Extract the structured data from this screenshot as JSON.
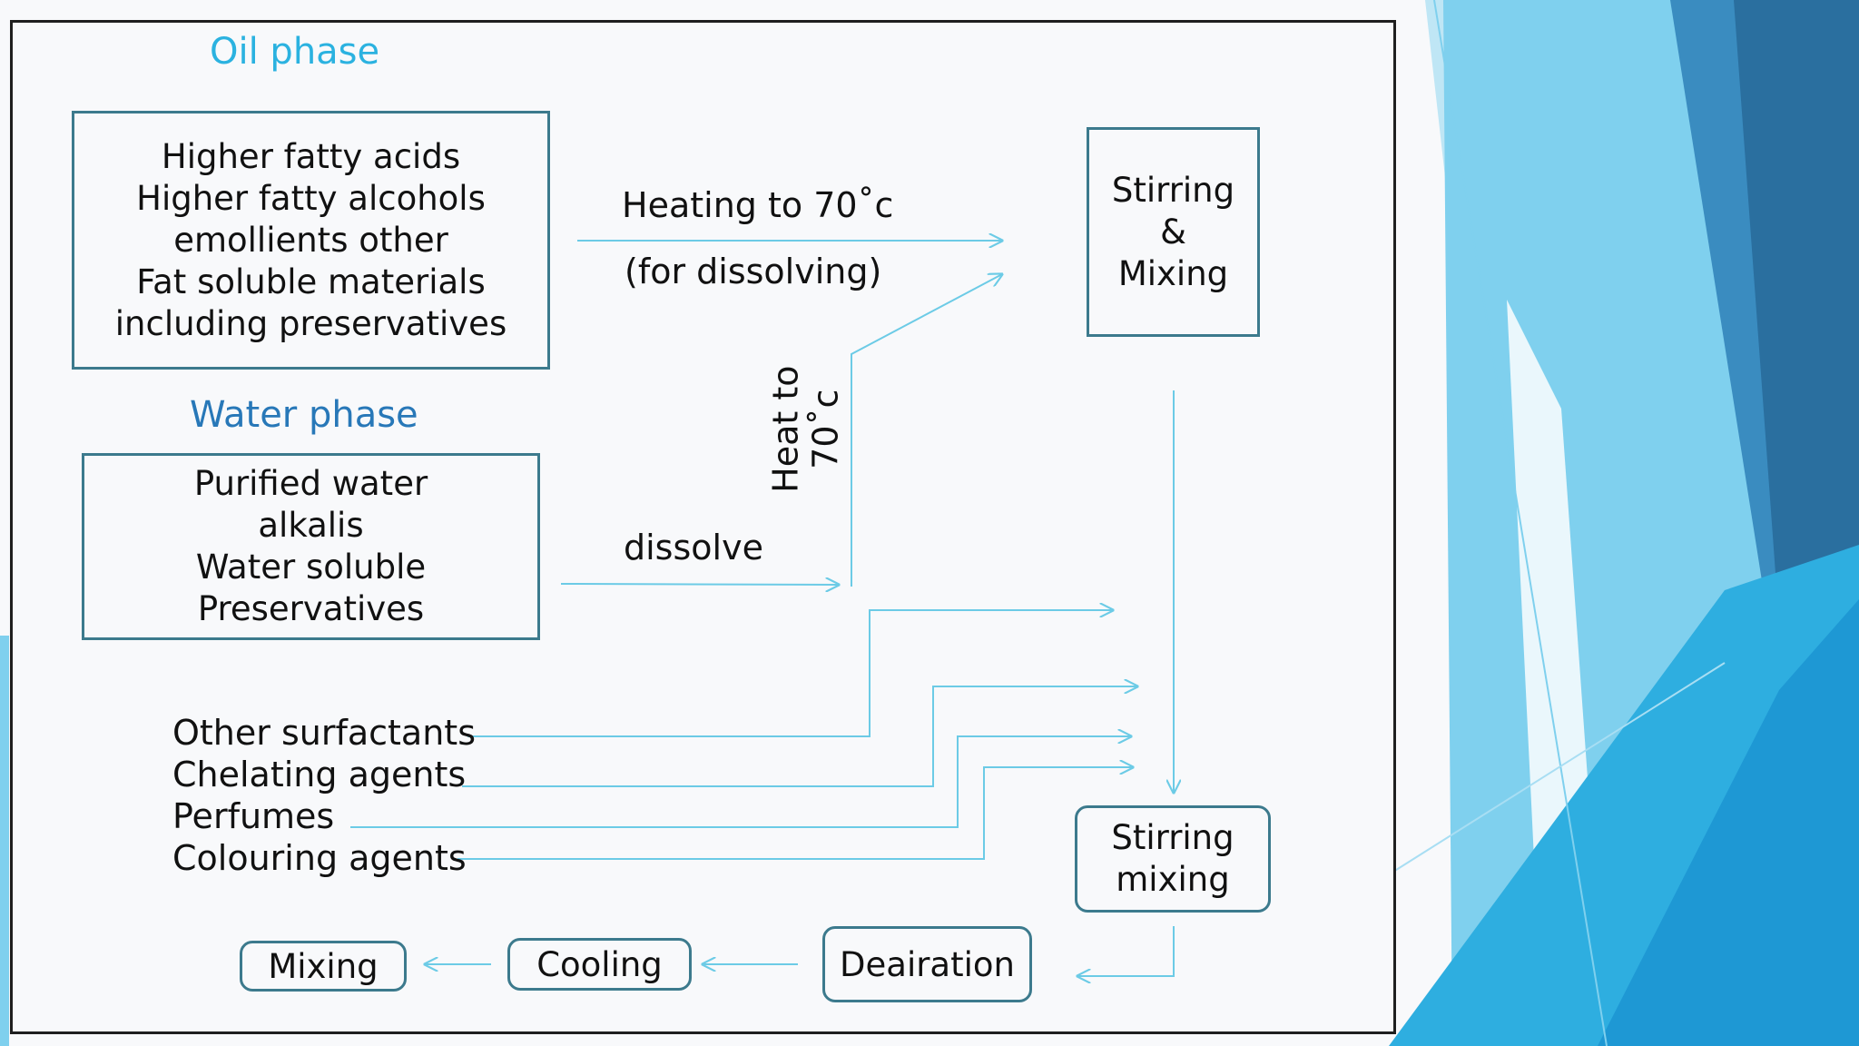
{
  "colors": {
    "heading": "#2bb2e0",
    "box_border": "#3c7a8d",
    "arrow": "#6ccbe6",
    "frame": "#1f1f1f"
  },
  "oil_phase": {
    "heading": "Oil phase",
    "lines": [
      "Higher fatty acids",
      "Higher fatty alcohols",
      "emollients other",
      "Fat soluble materials",
      "including preservatives"
    ]
  },
  "water_phase": {
    "heading": "Water phase",
    "lines": [
      "Purified water",
      "alkalis",
      "Water soluble",
      "Preservatives"
    ]
  },
  "labels": {
    "heating": "Heating to 70˚c",
    "for_dissolving": "(for dissolving)",
    "dissolve": "dissolve",
    "heat_to_line1": "Heat to",
    "heat_to_line2": "70˚c"
  },
  "stirring_box": {
    "lines": [
      "Stirring",
      "&",
      "Mixing"
    ]
  },
  "additives": [
    "Other surfactants",
    "Chelating agents",
    "Perfumes",
    "Colouring agents"
  ],
  "stirring_mixing_box": {
    "lines": [
      "Stirring",
      "mixing"
    ]
  },
  "process_steps": {
    "deairation": "Deairation",
    "cooling": "Cooling",
    "mixing": "Mixing"
  }
}
